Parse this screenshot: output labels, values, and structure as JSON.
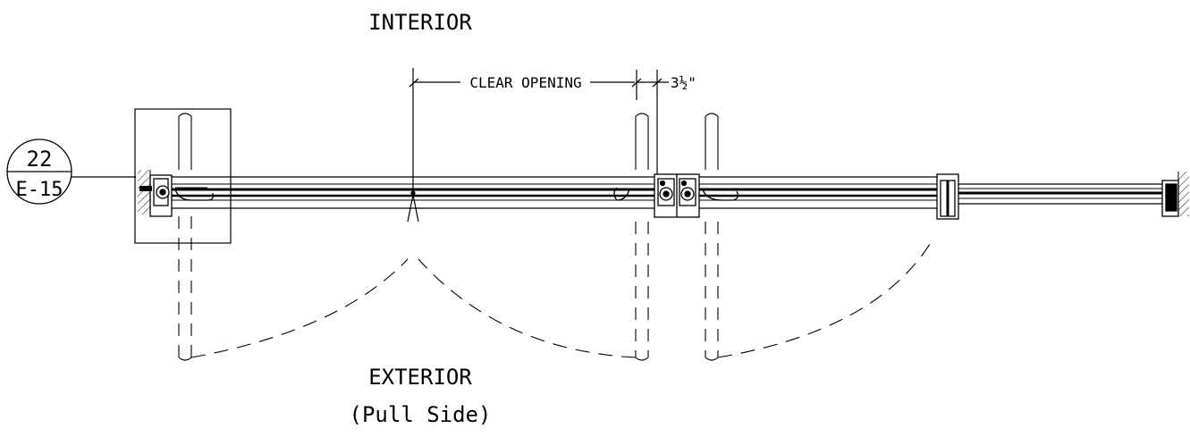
{
  "labels": {
    "interior": "INTERIOR",
    "exterior": "EXTERIOR",
    "pull_side": "(Pull Side)",
    "clear_opening": "CLEAR OPENING",
    "dimension": "3½\""
  },
  "detail_callout": {
    "number": "22",
    "sheet": "E-15"
  },
  "colors": {
    "line": "#000000",
    "background": "#ffffff"
  }
}
